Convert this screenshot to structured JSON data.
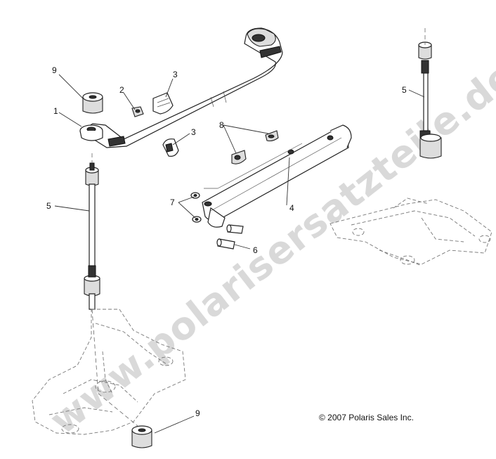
{
  "watermark": "www.polarisersatzteile.de",
  "copyright": "© 2007 Polaris Sales Inc.",
  "callouts": {
    "c1": "1",
    "c2": "2",
    "c3a": "3",
    "c3b": "3",
    "c4": "4",
    "c5a": "5",
    "c5b": "5",
    "c6": "6",
    "c7": "7",
    "c8": "8",
    "c9a": "9",
    "c9b": "9"
  }
}
